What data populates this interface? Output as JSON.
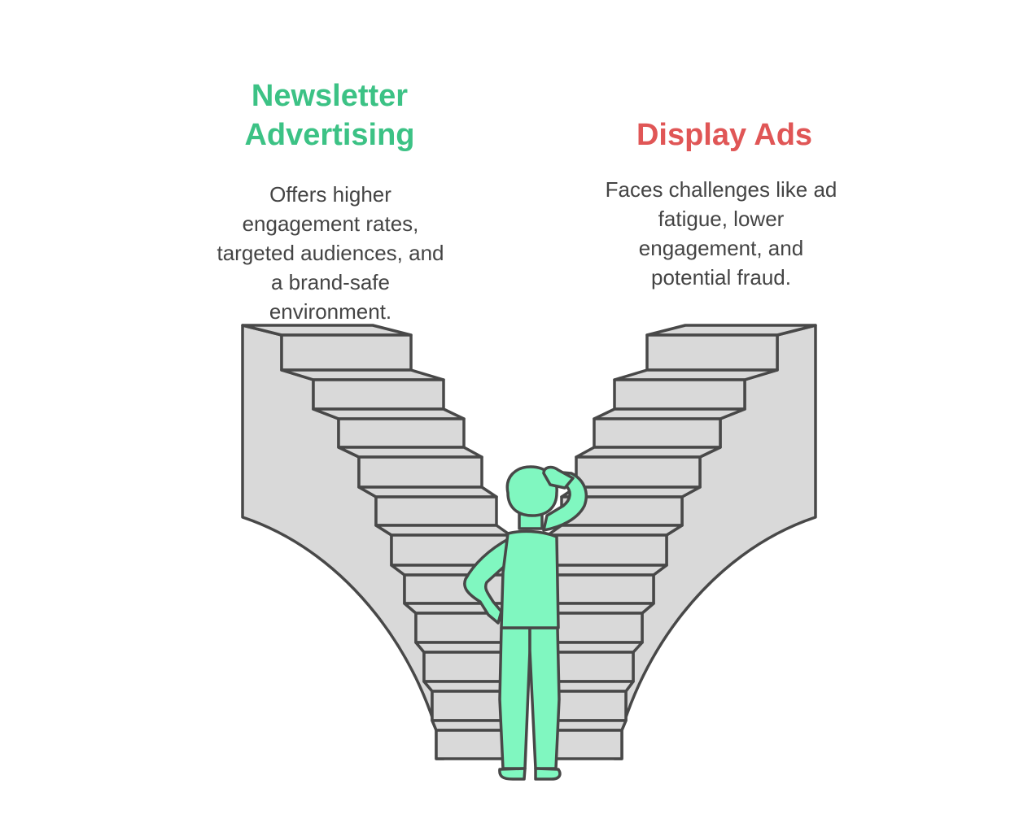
{
  "colors": {
    "left_accent": "#3cc285",
    "right_accent": "#e05656",
    "stair_fill": "#d9d9d9",
    "stroke": "#484848",
    "figure_fill": "#80f7c0"
  },
  "left_option": {
    "title_lines": [
      "Newsletter",
      "Advertising"
    ],
    "description_lines": [
      "Offers higher",
      "engagement rates,",
      "targeted audiences, and",
      "a brand-safe",
      "environment."
    ]
  },
  "right_option": {
    "title_lines": [
      "Display Ads"
    ],
    "description_lines": [
      "Faces challenges like ad",
      "fatigue, lower",
      "engagement, and",
      "potential fraud."
    ]
  },
  "illustration": {
    "left_staircase_icon": "staircase-icon",
    "right_staircase_icon": "staircase-icon",
    "figure_icon": "thinking-person-icon"
  }
}
